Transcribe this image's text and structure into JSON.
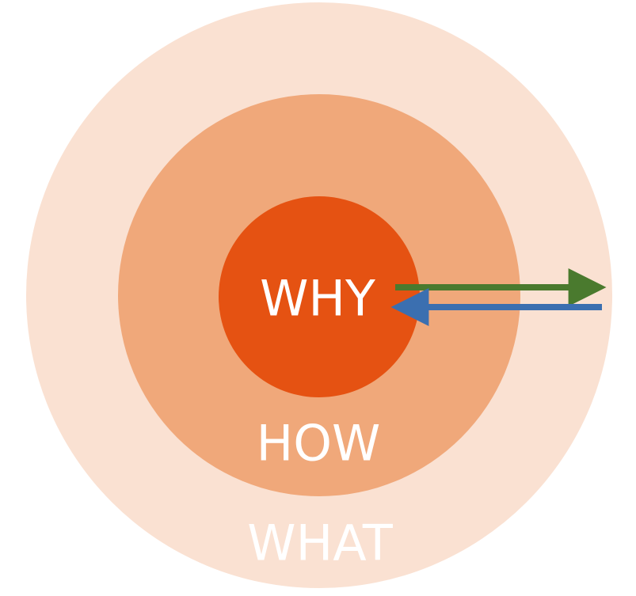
{
  "diagram": {
    "inner_label": "WHY",
    "middle_label": "HOW",
    "outer_label": "WHAT",
    "colors": {
      "background": "#ffffff",
      "outer_ring": "#fae1d2",
      "middle_ring": "#f0a87a",
      "inner_circle": "#e55212",
      "outer_label_color": "#ffffff",
      "label_color": "#ffffff",
      "outward_arrow": "#4a7a2e",
      "inward_arrow": "#3b6fb0"
    },
    "arrows": [
      {
        "name": "outward-arrow",
        "direction": "outward",
        "color": "#4a7a2e"
      },
      {
        "name": "inward-arrow",
        "direction": "inward",
        "color": "#3b6fb0"
      }
    ]
  }
}
